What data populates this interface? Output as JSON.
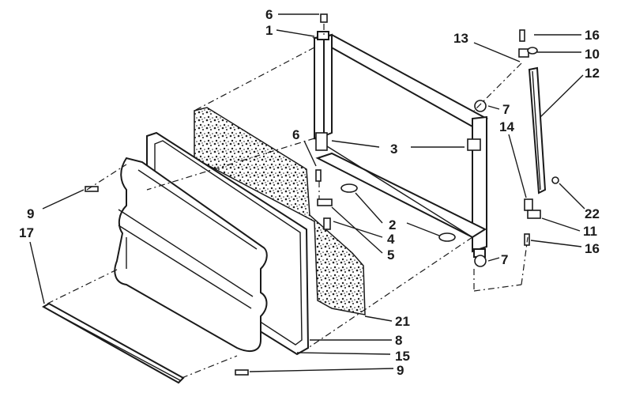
{
  "diagram": {
    "callouts": [
      {
        "id": "c1",
        "text": "1"
      },
      {
        "id": "c2",
        "text": "2"
      },
      {
        "id": "c3",
        "text": "3"
      },
      {
        "id": "c4",
        "text": "4"
      },
      {
        "id": "c5",
        "text": "5"
      },
      {
        "id": "c6a",
        "text": "6"
      },
      {
        "id": "c6b",
        "text": "6"
      },
      {
        "id": "c7a",
        "text": "7"
      },
      {
        "id": "c7b",
        "text": "7"
      },
      {
        "id": "c8",
        "text": "8"
      },
      {
        "id": "c9a",
        "text": "9"
      },
      {
        "id": "c9b",
        "text": "9"
      },
      {
        "id": "c10",
        "text": "10"
      },
      {
        "id": "c11",
        "text": "11"
      },
      {
        "id": "c12",
        "text": "12"
      },
      {
        "id": "c13",
        "text": "13"
      },
      {
        "id": "c14",
        "text": "14"
      },
      {
        "id": "c15",
        "text": "15"
      },
      {
        "id": "c16a",
        "text": "16"
      },
      {
        "id": "c16b",
        "text": "16"
      },
      {
        "id": "c17",
        "text": "17"
      },
      {
        "id": "c21",
        "text": "21"
      },
      {
        "id": "c22",
        "text": "22"
      }
    ]
  }
}
